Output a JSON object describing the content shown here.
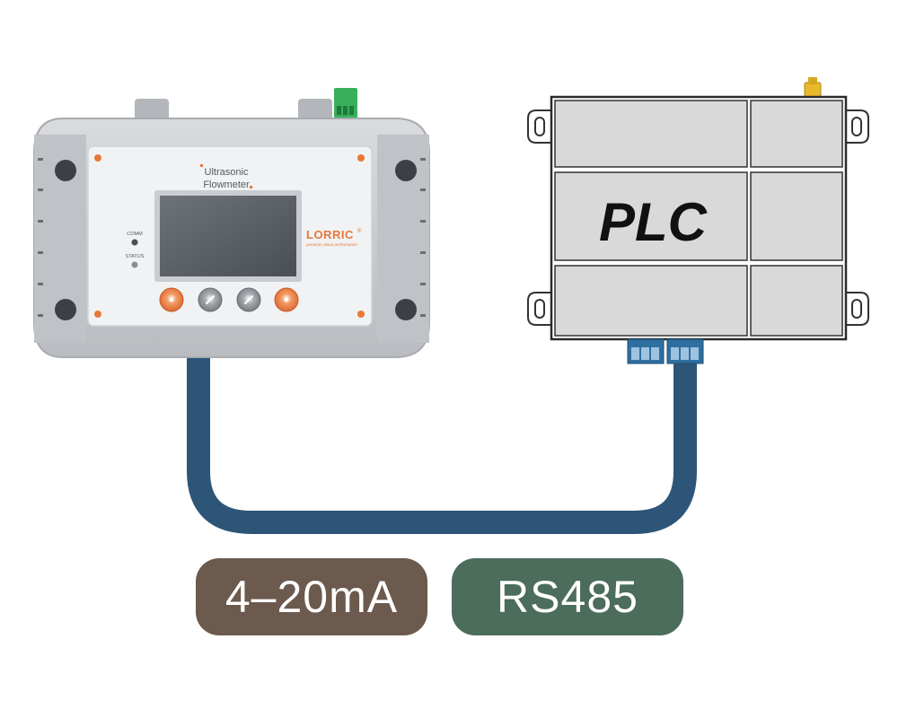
{
  "flowmeter": {
    "title_line1": "Ultrasonic",
    "title_line2": "Flowmeter",
    "indicator_comm": "COMM",
    "indicator_status": "STATUS",
    "brand": "LORRIC",
    "brand_mark": "®",
    "brand_tagline": "paramon abaut performance"
  },
  "plc": {
    "label": "PLC"
  },
  "signals": {
    "analog_label": "4–20mA",
    "serial_label": "RS485"
  },
  "colors": {
    "cable": "#2d5577",
    "analog_pill": "#6b5a4d",
    "serial_pill": "#4c6c5c",
    "accent_orange": "#e8783a",
    "terminal_green": "#38b05a",
    "terminal_blue": "#2f6fa0"
  }
}
